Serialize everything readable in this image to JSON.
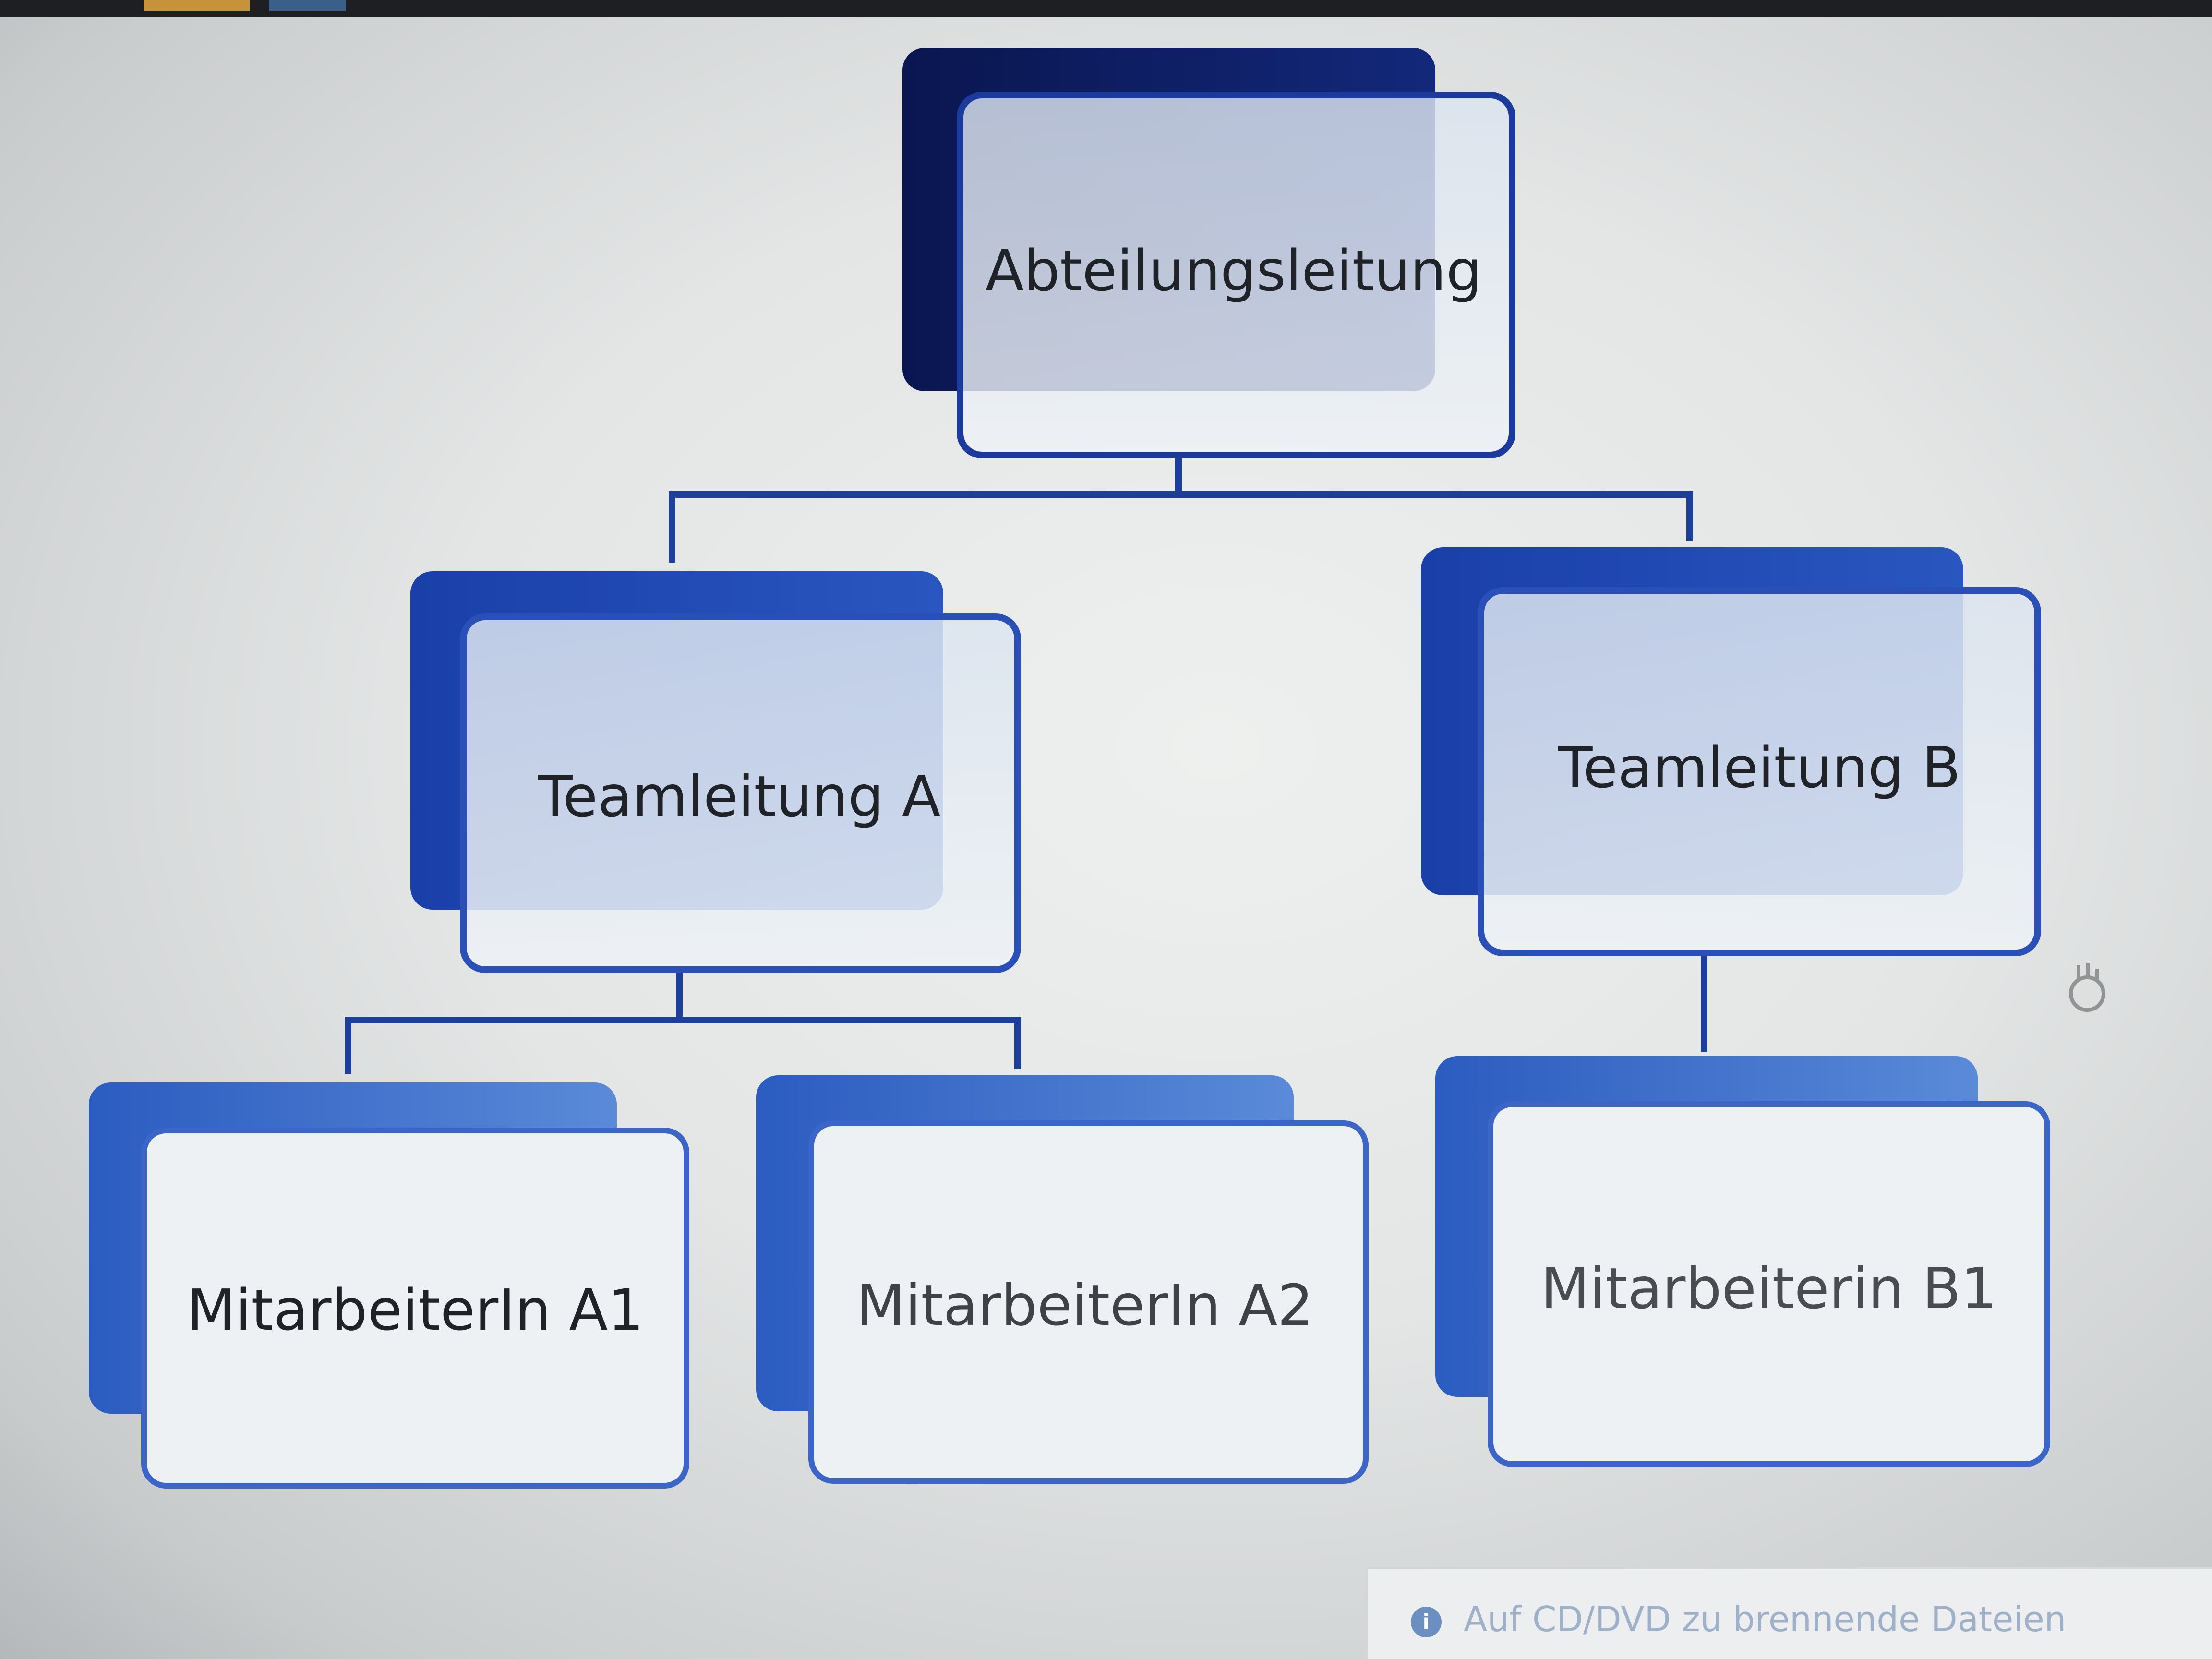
{
  "diagram": {
    "root": {
      "label": "Abteilungsleitung"
    },
    "team_a": {
      "label": "Teamleitung A"
    },
    "team_b": {
      "label": "Teamleitung B"
    },
    "member_a1": {
      "label": "MitarbeiterIn A1"
    },
    "member_a2": {
      "label": "MitarbeiterIn A2"
    },
    "member_b1": {
      "label": "Mitarbeiterin B1"
    }
  },
  "notice": {
    "icon": "info-icon",
    "text": "Auf CD/DVD zu brennende Dateien"
  },
  "colors": {
    "back_card_dark": "#0b1a5c",
    "back_card_mid": "#1f45b0",
    "back_card_light": "#4a7fd6",
    "front_fill": "#dde6f0",
    "border": "#2a50b8",
    "connector": "#1d3f9a"
  }
}
